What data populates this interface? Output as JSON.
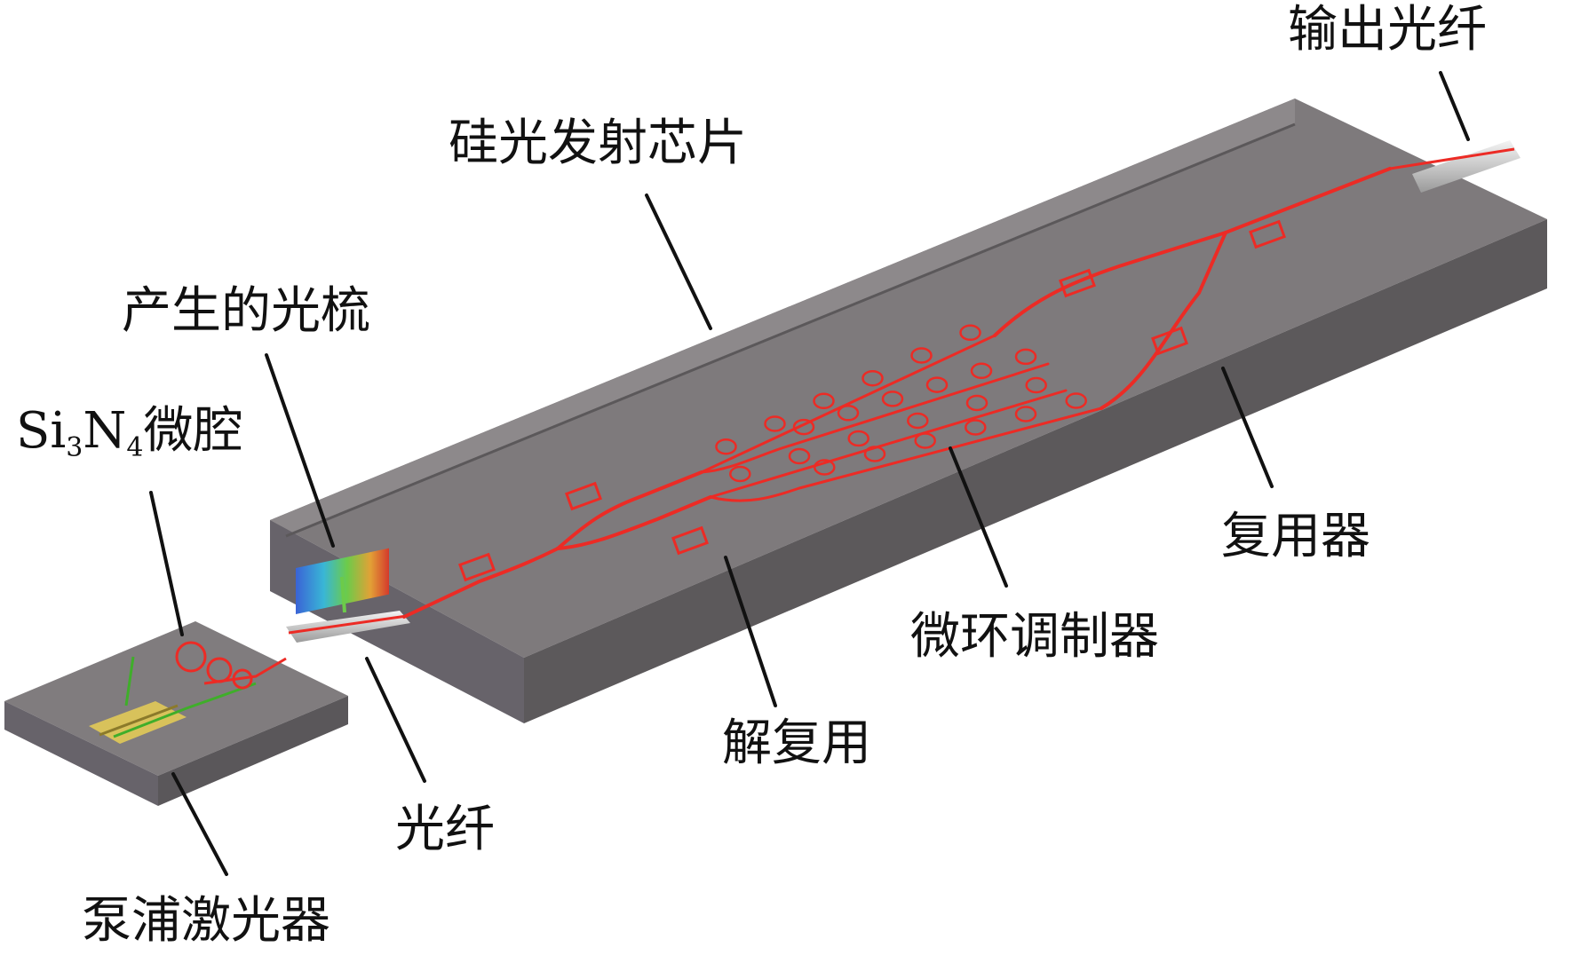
{
  "labels": {
    "output_fiber": "输出光纤",
    "si_emitter_chip": "硅光发射芯片",
    "generated_comb": "产生的光梳",
    "microcavity": {
      "si": "Si",
      "sub3": "3",
      "n": "N",
      "sub4": "4",
      "suffix": "微腔"
    },
    "multiplexer": "复用器",
    "microring_modulator": "微环调制器",
    "demultiplexer": "解复用",
    "fiber": "光纤",
    "pump_laser": "泵浦激光器"
  },
  "colors": {
    "chip_top": "#7e7a7c",
    "chip_side": "#5c595b",
    "chip_front": "#6b6769",
    "waveguide": "#ec2b25",
    "pump_green": "#3fae2a",
    "laser_gold": "#d8c25b",
    "fiber": "#d9d9d9",
    "leader": "#111111"
  }
}
